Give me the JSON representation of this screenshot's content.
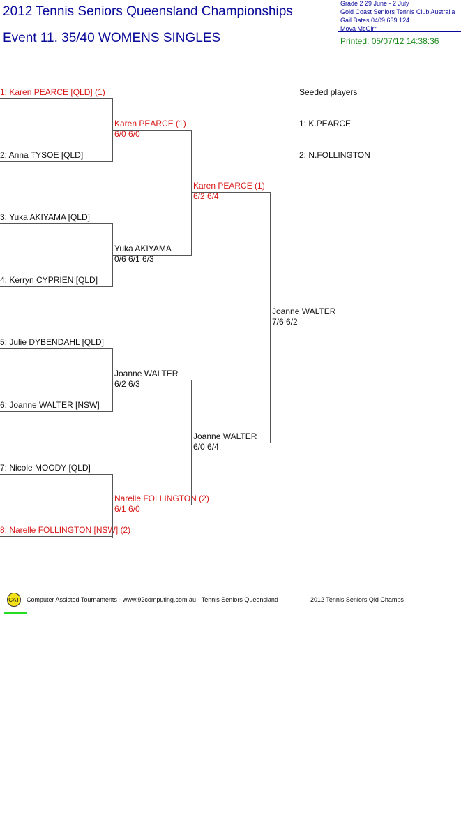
{
  "header": {
    "title": "2012 Tennis Seniors Queensland Championships",
    "event": "Event 11. 35/40 WOMENS SINGLES",
    "info_lines": [
      "Grade 2    29 June - 2 July",
      "Gold Coast Seniors Tennis Club    Australia",
      "Gail Bates    0409 639 124",
      "Moya McGirr"
    ],
    "printed": "Printed: 05/07/12 14:38:36"
  },
  "colors": {
    "title": "#0a0a9a",
    "seed_highlight": "#d81818",
    "printed": "#1a8a1a",
    "logo_fill": "#f3e21a",
    "logo_underline": "#22dd22"
  },
  "draw": {
    "round1": [
      {
        "label": "1: Karen PEARCE [QLD] (1)",
        "seeded": true
      },
      {
        "label": "2: Anna TYSOE [QLD]",
        "seeded": false
      },
      {
        "label": "3: Yuka AKIYAMA [QLD]",
        "seeded": false
      },
      {
        "label": "4: Kerryn CYPRIEN [QLD]",
        "seeded": false
      },
      {
        "label": "5: Julie DYBENDAHL [QLD]",
        "seeded": false
      },
      {
        "label": "6: Joanne WALTER [NSW]",
        "seeded": false
      },
      {
        "label": "7: Nicole MOODY [QLD]",
        "seeded": false
      },
      {
        "label": "8: Narelle FOLLINGTON [NSW] (2)",
        "seeded": true
      }
    ],
    "round2": [
      {
        "name": "Karen PEARCE (1)",
        "score": "6/0 6/0",
        "seeded": true
      },
      {
        "name": "Yuka AKIYAMA",
        "score": "0/6 6/1 6/3",
        "seeded": false
      },
      {
        "name": "Joanne WALTER",
        "score": "6/2 6/3",
        "seeded": false
      },
      {
        "name": "Narelle FOLLINGTON (2)",
        "score": "6/1 6/0",
        "seeded": true
      }
    ],
    "round3": [
      {
        "name": "Karen PEARCE (1)",
        "score": "6/2 6/4",
        "seeded": true
      },
      {
        "name": "Joanne WALTER",
        "score": "6/0 6/4",
        "seeded": false
      }
    ],
    "final": {
      "name": "Joanne WALTER",
      "score": "7/6 6/2",
      "seeded": false
    }
  },
  "seeded_players": {
    "heading": "Seeded players",
    "items": [
      "1: K.PEARCE",
      "2: N.FOLLINGTON"
    ]
  },
  "footer": {
    "logo_text": "CAT",
    "credit": "Computer Assisted Tournaments - www.92computing.com.au -  Tennis Seniors Queensland",
    "tournament": "2012 Tennis Seniors Qld Champs"
  }
}
